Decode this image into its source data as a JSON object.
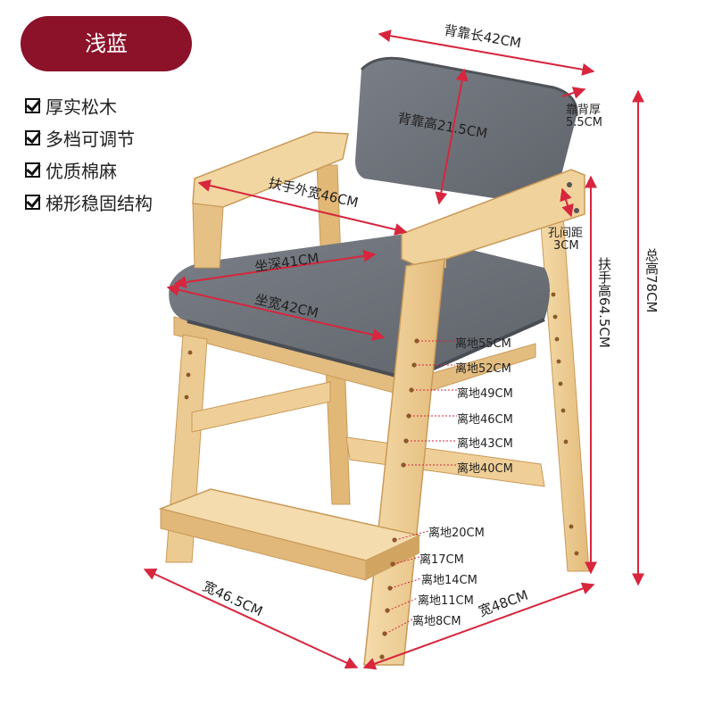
{
  "color_badge": {
    "label": "浅蓝",
    "color": "#8b1229"
  },
  "features": [
    {
      "label": "厚实松木",
      "icon": "check-box-icon"
    },
    {
      "label": "多档可调节",
      "icon": "check-box-icon"
    },
    {
      "label": "优质棉麻",
      "icon": "check-box-icon"
    },
    {
      "label": "梯形稳固结构",
      "icon": "check-box-icon"
    }
  ],
  "dimensions": {
    "back_length": "背靠长42CM",
    "back_thickness_label": "靠背厚",
    "back_thickness_value": "5.5CM",
    "back_height": "背靠高21.5CM",
    "armrest_width": "扶手外宽46CM",
    "hole_spacing_label": "孔间距",
    "hole_spacing_value": "3CM",
    "seat_depth": "坐深41CM",
    "seat_width": "坐宽42CM",
    "armrest_height": "扶手高64.5CM",
    "total_height": "总高78CM",
    "base_width": "宽46.5CM",
    "base_depth": "宽48CM"
  },
  "seat_heights": [
    "离地55CM",
    "离地52CM",
    "离地49CM",
    "离地46CM",
    "离地43CM",
    "离地40CM"
  ],
  "footrest_heights": [
    "离地20CM",
    "离17CM",
    "离地14CM",
    "离地11CM",
    "离地8CM"
  ],
  "colors": {
    "wood_light": "#f3d7a4",
    "wood_mid": "#e6bf80",
    "wood_dark": "#c99a58",
    "fabric": "#6d7179",
    "fabric_dark": "#585c63",
    "dimension_line": "#d7263d"
  }
}
